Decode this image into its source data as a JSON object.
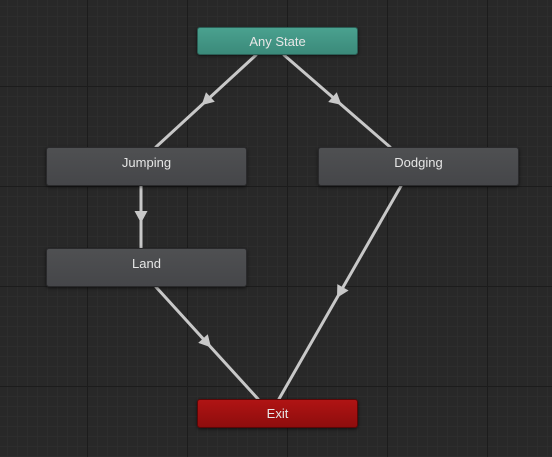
{
  "graph": {
    "colors": {
      "link": "#c8c8c8",
      "any_state": "#45998a",
      "default_state": "#4a4b4e",
      "exit": "#a01010",
      "text": "#e6e6e6"
    },
    "nodes": {
      "any_state": {
        "label": "Any State"
      },
      "jumping": {
        "label": "Jumping"
      },
      "dodging": {
        "label": "Dodging"
      },
      "land": {
        "label": "Land"
      },
      "exit": {
        "label": "Exit"
      }
    },
    "transitions": [
      {
        "from": "Any State",
        "to": "Jumping"
      },
      {
        "from": "Any State",
        "to": "Dodging"
      },
      {
        "from": "Jumping",
        "to": "Land"
      },
      {
        "from": "Land",
        "to": "Exit"
      },
      {
        "from": "Dodging",
        "to": "Exit"
      }
    ]
  }
}
